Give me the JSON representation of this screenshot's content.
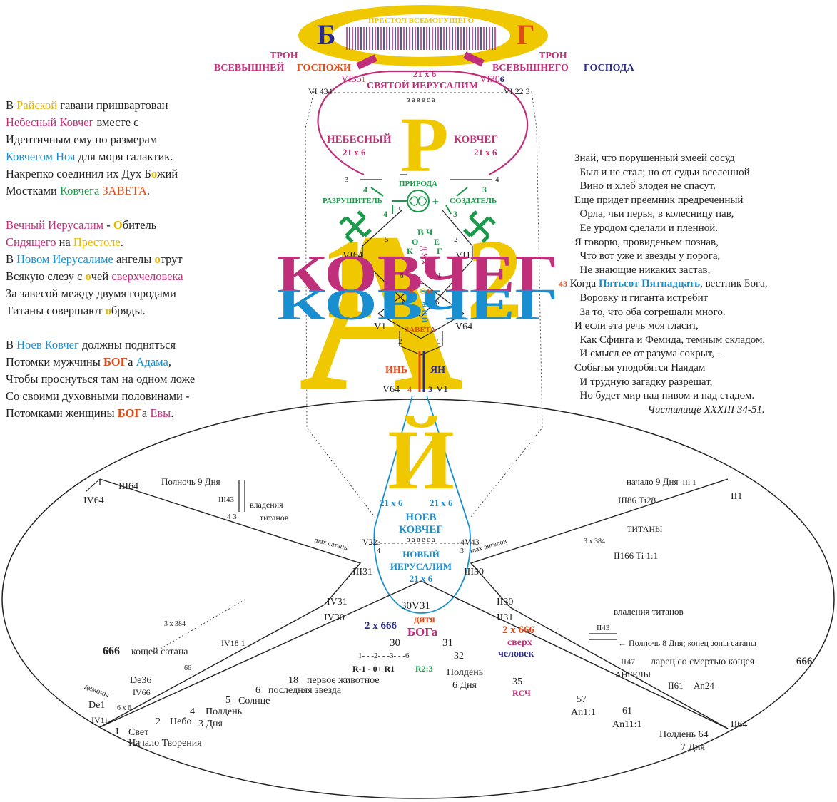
{
  "colors": {
    "gold": "#f0c800",
    "crimson": "#c0307a",
    "sky": "#1a8fcf",
    "green": "#1a9a4a",
    "orange": "#e04b1a",
    "navy": "#2a2a8a",
    "black": "#222222"
  },
  "throne": {
    "title": "ПРЕСТОЛ ВСЕМОГУЩЕГО",
    "letter_left": "Б",
    "letter_right": "Г",
    "left_label_1": "ТРОН",
    "left_label_2a": "ВСЕВЫШНЕЙ",
    "left_label_2b": "ГОСПОЖИ",
    "right_label_1": "ТРОН",
    "right_label_2a": "ВСЕВЫШНЕГО",
    "right_label_2b": "ГОСПОДА"
  },
  "upper": {
    "vi351": "VI35",
    "vi351_sub": "1",
    "vi306": "VI30",
    "vi306_sub": "6",
    "dims_top": "21 x 6",
    "holy_jerusalem": "СВЯТОЙ ИЕРУСАЛИМ",
    "vi434": "VI 434",
    "vi223": "VI 22 3",
    "curtain": "з а в е с а",
    "heavenly_l": "НЕБЕСНЫЙ",
    "heavenly_r": "КОВЧЕГ",
    "dims_l": "21 x 6",
    "dims_r": "21 x 6",
    "big_p": "Р",
    "nature": "ПРИРОДА",
    "destroyer": "РАЗРУШИТЕЛЬ",
    "creator": "СОЗДАТЕЛЬ",
    "minus": "−",
    "plus": "+",
    "n3": "3",
    "n4": "4",
    "n4g": "4",
    "n3g": "3",
    "vi64": "VI64",
    "vi1": "VI1",
    "n5": "5",
    "n2": "2",
    "n6": "6",
    "n1": "1",
    "n6b": "6",
    "n1b": "1",
    "vch": "В Ч",
    "ok": "О",
    "eg": "Е",
    "k": "К",
    "g": "Г",
    "duh": "Д У Х",
    "b": "Б",
    "o": "О",
    "zh": "Ж И Й",
    "ii": "II",
    "v1": "V1",
    "v64": "V64",
    "zaveta": "ЗАВЕТА",
    "n2b": "2",
    "n5b": "5",
    "yin": "ИНЬ",
    "yang": "ЯН",
    "v64b": "V64",
    "n4r": "4",
    "n3n": "3",
    "vi1b": "V1",
    "big_a": "А",
    "num1": "1",
    "num2": "2",
    "kovcheg_1": "КОВЧЕГ",
    "kovcheg_2": "КОВЧЕГ",
    "big_y": "Й"
  },
  "left_poem": {
    "l1a": "В ",
    "l1b": "Райской",
    "l1c": " гавани пришвартован",
    "l2a": "Небесный  Ковчег",
    "l2b": " вместе с",
    "l3": "Идентичным ему по размерам",
    "l4a": "Ковчегом Ноя",
    "l4b": " для моря галактик.",
    "l5": "Накрепко соединил их Дух Б",
    "l5o": "о",
    "l5b": "жий",
    "l6a": "Мостками ",
    "l6b": "Ковчега",
    "l6c": " ЗАВЕТА",
    "l6d": ".",
    "l7a": "Вечный Иерусалим",
    "l7b": " - ",
    "l7c": "О",
    "l7d": "битель",
    "l8a": "Сидящего",
    "l8b": " на ",
    "l8c": "Престоле",
    "l8d": ".",
    "l9a": "В ",
    "l9b": "Новом Иерусалиме",
    "l9c": " ангелы ",
    "l9d": "о",
    "l9e": "трут",
    "l10a": "Всякую слезу с  ",
    "l10b": "о",
    "l10c": "чей ",
    "l10d": "сверхчеловека",
    "l11": "За завесой между двумя городами",
    "l12a": "Титаны совершают ",
    "l12b": "о",
    "l12c": "бряды.",
    "l13a": "В ",
    "l13b": "Ноев Ковчег",
    "l13c": " должны подняться",
    "l14a": "Потомки мужчины ",
    "l14b": "БОГ",
    "l14c": "а ",
    "l14d": "Адама",
    "l14e": ",",
    "l15": "Чтобы проснуться там на одном ложе",
    "l16": "Со своими духовными половинами -",
    "l17a": "Потомками женщины ",
    "l17b": "БОГ",
    "l17c": "а ",
    "l17d": "Евы",
    "l17e": "."
  },
  "right_poem": {
    "lines": [
      "Знай, что порушенный змеей сосуд",
      "  Был и не стал; но от судьи вселенной",
      "  Вино и хлеб злодея не спасут.",
      "Еще придет преемник предреченный",
      "  Орла, чьи перья, в колесницу пав,",
      "  Ее уродом сделали и пленной.",
      "Я говорю, провиденьем познав,",
      "  Что вот уже и звезды у порога,",
      "  Не знающие никаких застав,"
    ],
    "num43": "43",
    "l10a": "Когда ",
    "l10b": "Пятьсот Пятнадцать",
    "l10c": ", вестник Бога,",
    "lines2": [
      "  Воровку и гиганта истребит",
      "  За то, что оба согрешали много.",
      "И если эта речь моя гласит,",
      "  Как Сфинга и Фемида, темным складом,",
      "  И смысл ее от разума сокрыт, -",
      "Событья уподобятся Наядам",
      "  И трудную загадку разрешат,",
      "  Но будет мир над нивом и над стадом."
    ],
    "source": "Чистилище XXXIII 34-51."
  },
  "noah": {
    "dims_l": "21 x 6",
    "dims_r": "21 x 6",
    "title_1": "НОЕВ",
    "title_2": "КОВЧЕГ",
    "curtain": "з а в е с а",
    "v223": "V22",
    "v223_sub": "3",
    "v434": "4V43",
    "n4": "4",
    "n3": "3",
    "new_1": "НОВЫЙ",
    "new_2": "ИЕРУСАЛИМ",
    "dims_b": "21 x 6",
    "max_satan": "max сатаны",
    "max_angels": "max ангелов",
    "iii31": "III31",
    "iii30": "III30"
  },
  "ellipse": {
    "iii64": "III64",
    "iv64": "IV64",
    "midnight9": "Полночь 9 Дня",
    "iii43": "III43",
    "titan_domain_1": "владения",
    "titan_domain_2": "титанов",
    "n43": "4 3",
    "start9": "начало 9 Дня",
    "iii1": "III 1",
    "ii1": "II1",
    "iii86": "III86 Ti28",
    "titans": "ТИТАНЫ",
    "x384r": "3 x 384",
    "ii166": "II166 Ti 1:1",
    "iv31": "IV31",
    "iv30": "IV30",
    "x384l": "3 x 384",
    "iv181": "IV18 1",
    "n666": "666",
    "koshchei": "кощей сатана",
    "n66": "66",
    "de36": "De36",
    "demons": "демоны",
    "iv66": "IV66",
    "x6x6": "6 x 6",
    "de1": "De1",
    "iv11": "IV1",
    "iv11_sub": "1",
    "i14": "I",
    "light": "Свет",
    "creation": "Начало Творения",
    "sky": "Небо",
    "n21": "2",
    "noon3_a": "4",
    "noon3_b": "Полдень",
    "noon3_c": "3 Дня",
    "sun_n": "5",
    "sun": "Солнце",
    "star_n": "6",
    "star": "последняя звезда",
    "beast_n": "18",
    "beast": "первое животное",
    "v30v31": "30V31",
    "child": "дитя",
    "boga": "БОГа",
    "x666": "2 x 666",
    "n30": "30",
    "n31": "31",
    "r10": "R-1 - 0+ R1",
    "r23": "R2:3",
    "seq": "1- - -2- - -3- - -6",
    "noon6_n": "32",
    "noon6_a": "Полдень",
    "noon6_b": "6 Дня",
    "n351": "35",
    "rsch": "RСЧ",
    "ii30": "II30",
    "ii31": "II31",
    "superman_a": "2 x 666",
    "superman_b": "сверх",
    "superman_c": "человек",
    "titan_domain_r": "владения титанов",
    "ii43": "II43",
    "midnight8": "← Полночь 8 Дня; конец зоны сатаны",
    "ii476": "II47",
    "coffin": "ларец со смертью кощея",
    "n666r": "666",
    "angels": "АНГЕЛЫ",
    "ii611": "II61",
    "an24": "An24",
    "n571": "57",
    "an11": "An1:1",
    "n611": "61",
    "an111": "An11:1",
    "noon7_a": "Полдень 64",
    "noon7_b": "7 Дня",
    "ii64": "II64"
  }
}
